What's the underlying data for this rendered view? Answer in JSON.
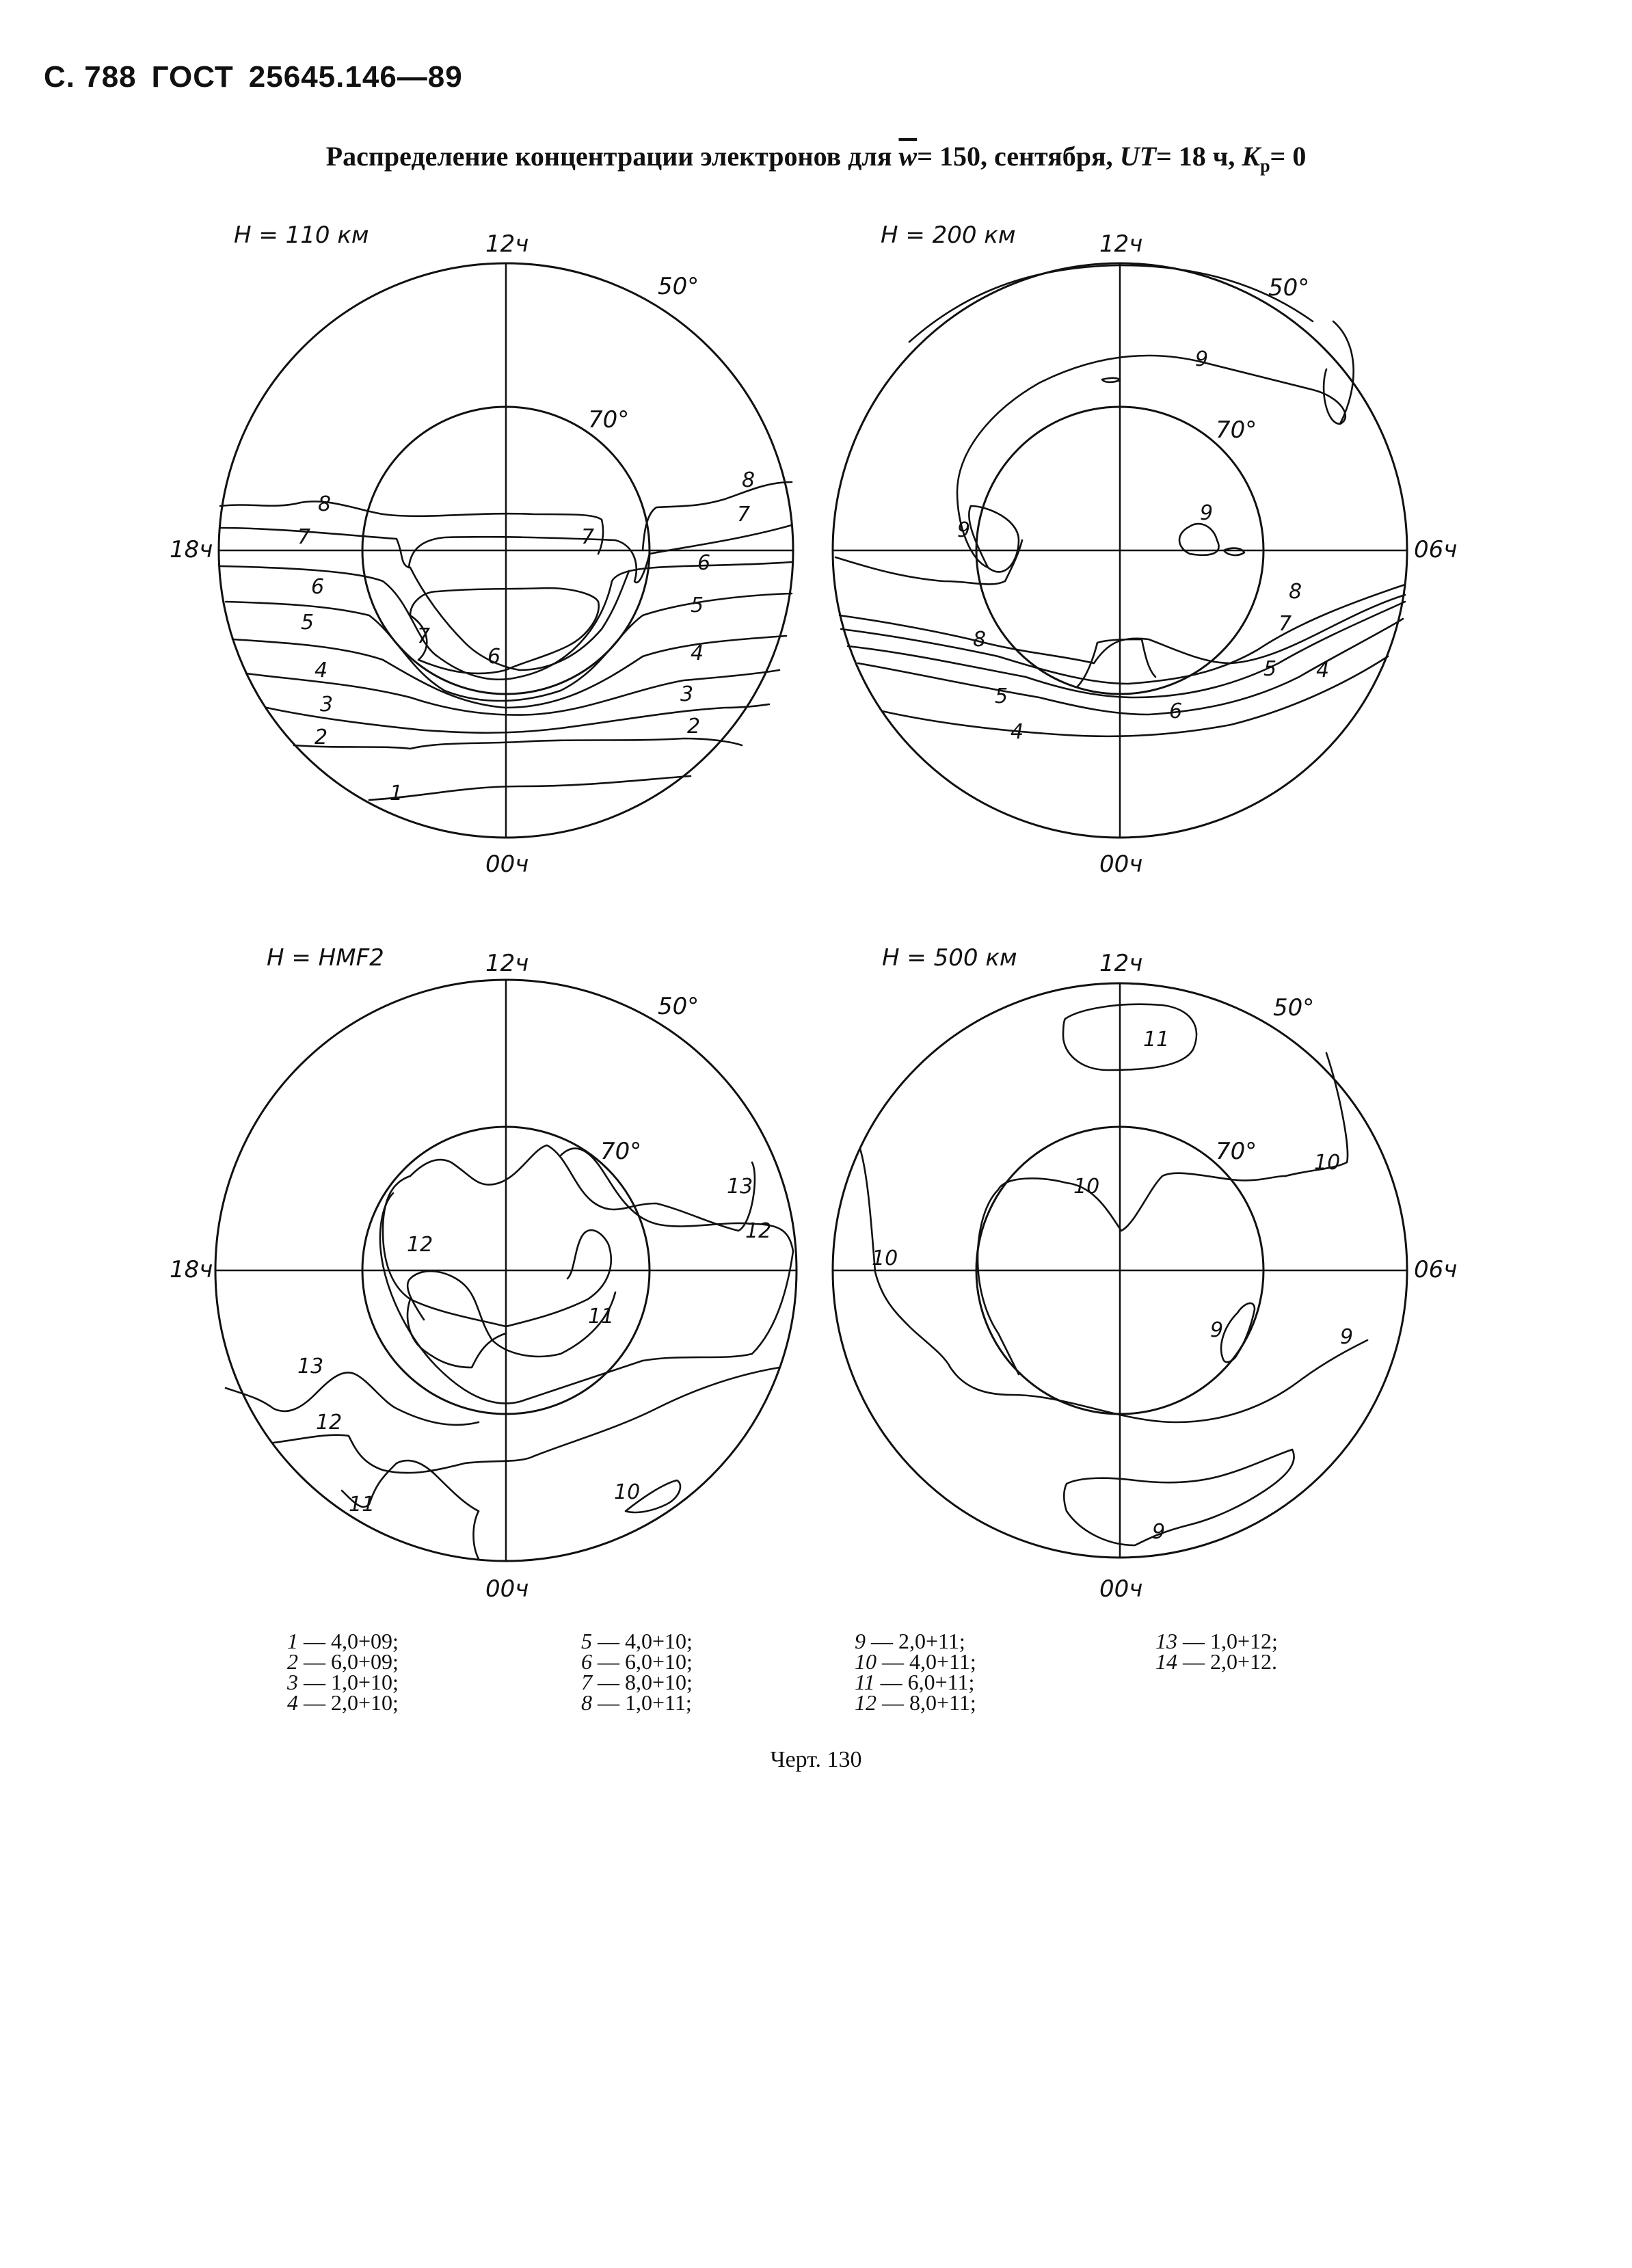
{
  "header": {
    "page": "С. 788",
    "standard": "ГОСТ",
    "number": "25645.146—89"
  },
  "title": {
    "prefix": "Распределение концентрации электронов для",
    "omega": "w",
    "eq_value": "= 150,",
    "month": "сентября,",
    "ut": "UT",
    "ut_value": "= 18 ч,",
    "kp": "K",
    "kp_sub": "p",
    "kp_value": "= 0"
  },
  "diagrams": [
    {
      "height_label": "H = 110 км",
      "top_label": "12ч",
      "bottom_label": "00ч",
      "left_label": "18ч",
      "right_label": "",
      "outer_lat": "50°",
      "inner_lat": "70°",
      "contour_labels": [
        "8",
        "7",
        "6",
        "5",
        "4",
        "3",
        "2",
        "1",
        "8",
        "7",
        "6",
        "5",
        "4",
        "3",
        "2",
        "7",
        "7",
        "6"
      ]
    },
    {
      "height_label": "H = 200 км",
      "top_label": "12ч",
      "bottom_label": "00ч",
      "left_label": "",
      "right_label": "06ч",
      "outer_lat": "50°",
      "inner_lat": "70°",
      "contour_labels": [
        "9",
        "9",
        "9",
        "8",
        "7",
        "5",
        "4",
        "8",
        "5",
        "4",
        "6"
      ]
    },
    {
      "height_label": "H = HMF2",
      "top_label": "12ч",
      "bottom_label": "00ч",
      "left_label": "18ч",
      "right_label": "",
      "outer_lat": "50°",
      "inner_lat": "70°",
      "contour_labels": [
        "13",
        "12",
        "12",
        "11",
        "13",
        "12",
        "11",
        "10"
      ]
    },
    {
      "height_label": "H = 500 км",
      "top_label": "12ч",
      "bottom_label": "00ч",
      "left_label": "",
      "right_label": "06ч",
      "outer_lat": "50°",
      "inner_lat": "70°",
      "contour_labels": [
        "11",
        "10",
        "10",
        "10",
        "9",
        "9",
        "9"
      ]
    }
  ],
  "legend": [
    [
      {
        "n": "1",
        "v": "— 4,0+09;"
      },
      {
        "n": "2",
        "v": "— 6,0+09;"
      },
      {
        "n": "3",
        "v": "— 1,0+10;"
      },
      {
        "n": "4",
        "v": "— 2,0+10;"
      }
    ],
    [
      {
        "n": "5",
        "v": "— 4,0+10;"
      },
      {
        "n": "6",
        "v": "— 6,0+10;"
      },
      {
        "n": "7",
        "v": "— 8,0+10;"
      },
      {
        "n": "8",
        "v": "— 1,0+11;"
      }
    ],
    [
      {
        "n": "9",
        "v": "— 2,0+11;"
      },
      {
        "n": "10",
        "v": "— 4,0+11;"
      },
      {
        "n": "11",
        "v": "— 6,0+11;"
      },
      {
        "n": "12",
        "v": "— 8,0+11;"
      }
    ],
    [
      {
        "n": "13",
        "v": "— 1,0+12;"
      },
      {
        "n": "14",
        "v": "— 2,0+12."
      }
    ]
  ],
  "caption": "Черт. 130"
}
